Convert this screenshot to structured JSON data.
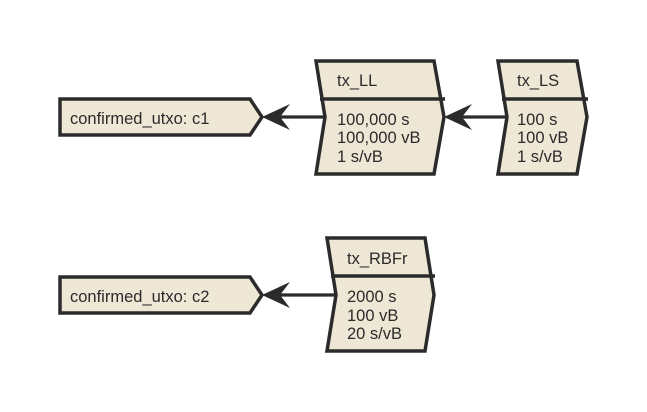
{
  "diagram": {
    "colors": {
      "fill": "#efe7d6",
      "stroke": "#2b2b2b",
      "text": "#2b2b2b",
      "background": "#ffffff"
    },
    "confirmed": [
      {
        "id": "c1",
        "label": "confirmed_utxo: c1"
      },
      {
        "id": "c2",
        "label": "confirmed_utxo: c2"
      }
    ],
    "transactions": [
      {
        "id": "tx_LL",
        "title": "tx_LL",
        "lines": [
          "100,000 s",
          "100,000 vB",
          "1 s/vB"
        ]
      },
      {
        "id": "tx_LS",
        "title": "tx_LS",
        "lines": [
          "100 s",
          "100 vB",
          "1 s/vB"
        ]
      },
      {
        "id": "tx_RBFr",
        "title": "tx_RBFr",
        "lines": [
          "2000 s",
          "100 vB",
          "20 s/vB"
        ]
      }
    ],
    "edges": [
      {
        "from": "tx_LL",
        "to": "c1"
      },
      {
        "from": "tx_LS",
        "to": "tx_LL"
      },
      {
        "from": "tx_RBFr",
        "to": "c2"
      }
    ]
  }
}
